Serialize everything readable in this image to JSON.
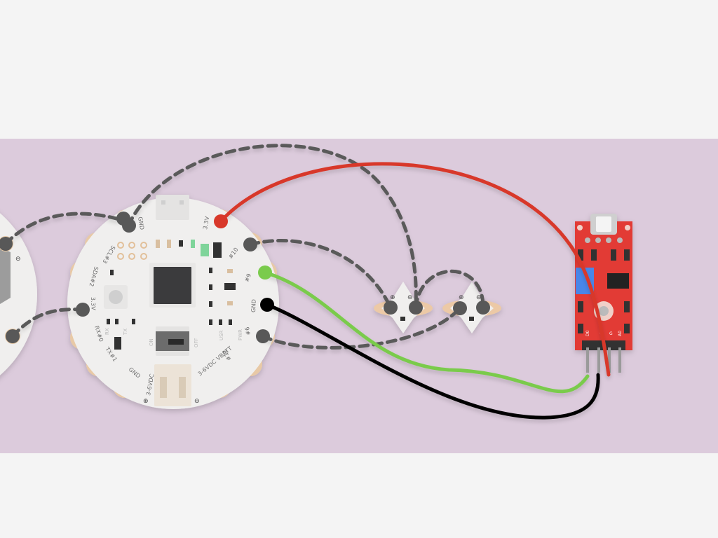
{
  "colors": {
    "page_background": "#f4f4f4",
    "workspace": "#dccbdc",
    "board": "#f0efee",
    "pad": "#e8c9a6",
    "pin_dot": "#585858",
    "wire_power": "#d8382a",
    "wire_signal": "#7acb4c",
    "wire_ground": "#000000",
    "wire_dashed": "#5a5a5a",
    "sensor_pcb": "#e23b34"
  },
  "playground_board": {
    "pad_labels": {
      "gnd_top": "GND",
      "v33_top": "3.3V",
      "pad10": "#10",
      "pad9": "#9",
      "gnd_right": "GND",
      "pad6": "#6",
      "pad12": "#12",
      "vbatt": "3-6VDC VBATT",
      "vdc_bottom": "3-6VDC",
      "gnd_bottom": "GND",
      "tx1": "TX#1",
      "rx0": "RX#0",
      "v33_left": "3.3V",
      "sda2": "SDA#2",
      "scl3": "SCL#3"
    },
    "switch_on": "ON",
    "switch_off": "OFF",
    "led_labels": {
      "usr": "USR",
      "pwr": "PWR",
      "rx": "RX",
      "tx": "TX"
    },
    "battery_plus": "⊕",
    "battery_minus": "⊖"
  },
  "neopixels": [
    {
      "plus": "⊕",
      "minus": "⊖"
    },
    {
      "plus": "⊕",
      "minus": "⊖"
    }
  ],
  "partial_board": {
    "minus": "⊖"
  },
  "sound_sensor": {
    "pin_labels": [
      "D0",
      "+",
      "G",
      "A0"
    ]
  }
}
